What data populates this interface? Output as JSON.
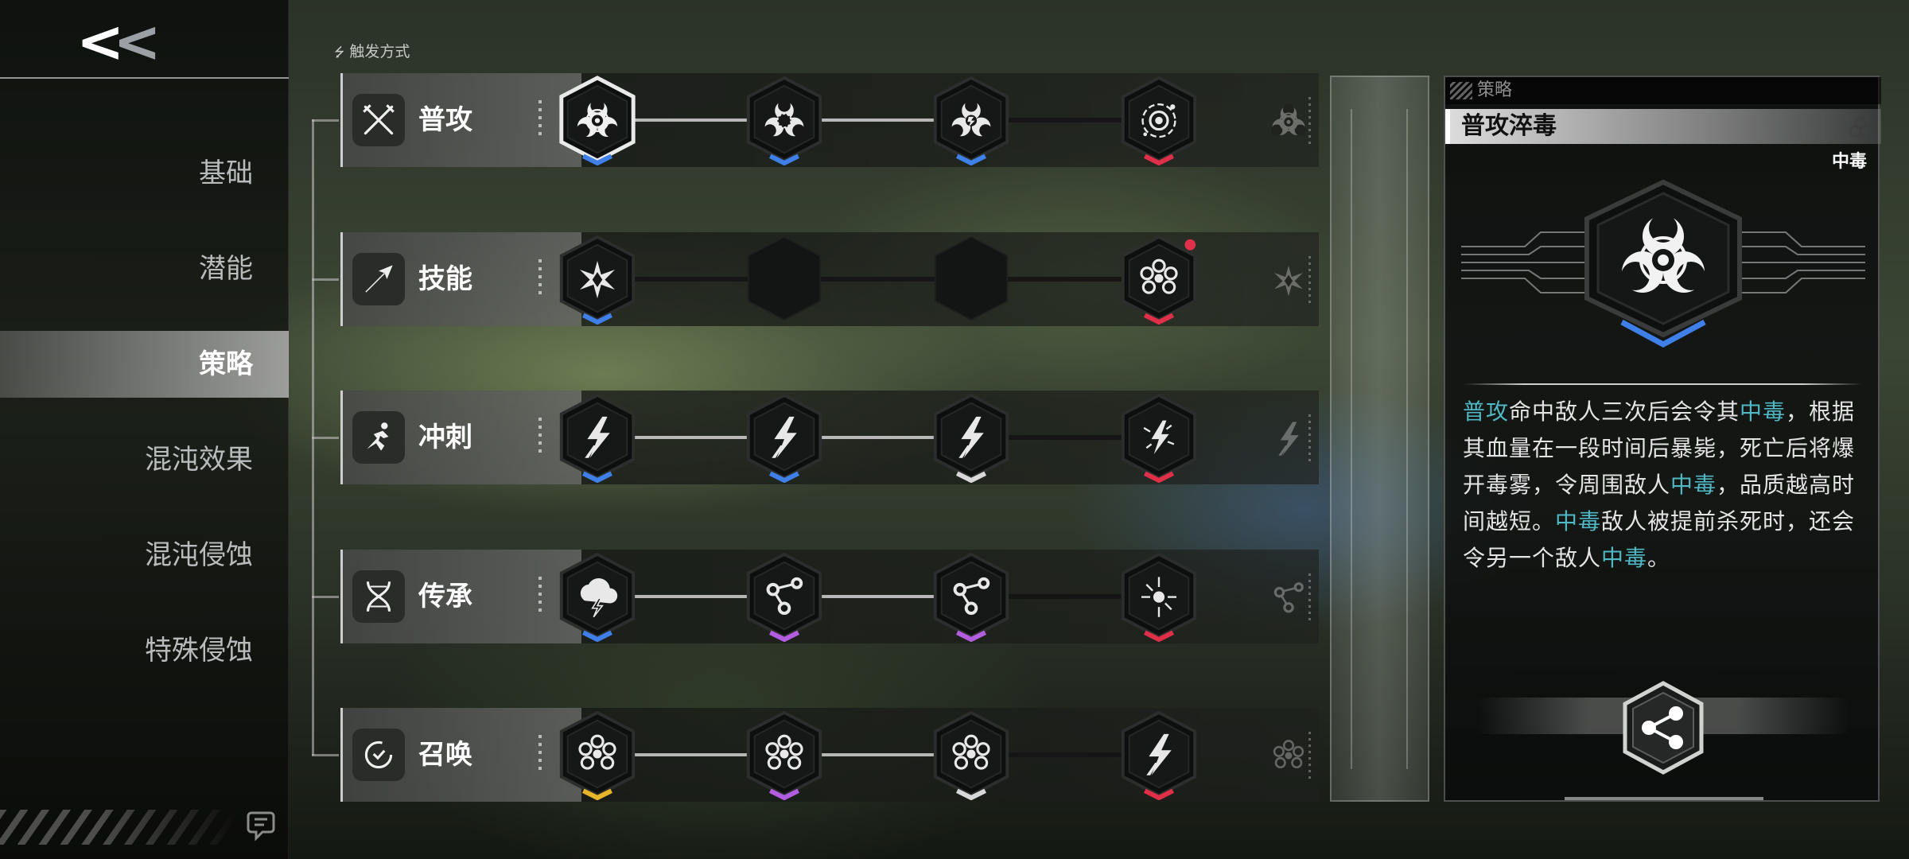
{
  "header": {
    "back_label_a": "<",
    "back_label_b": "<",
    "trigger_mode_label": "触发方式"
  },
  "sidebar": {
    "items": [
      {
        "label": "基础",
        "active": false
      },
      {
        "label": "潜能",
        "active": false
      },
      {
        "label": "策略",
        "active": true
      },
      {
        "label": "混沌效果",
        "active": false
      },
      {
        "label": "混沌侵蚀",
        "active": false
      },
      {
        "label": "特殊侵蚀",
        "active": false
      }
    ]
  },
  "rows": [
    {
      "label": "普攻",
      "icon": "crossed-swords-icon",
      "nodes": [
        {
          "icon": "biohazard-icon",
          "accent": "blue",
          "selected": true
        },
        {
          "icon": "biohazard-gear-icon",
          "accent": "blue"
        },
        {
          "icon": "biohazard-bolt-icon",
          "accent": "blue"
        },
        {
          "icon": "target-burst-icon",
          "accent": "red"
        }
      ],
      "ghost_icon": "biohazard-icon"
    },
    {
      "label": "技能",
      "icon": "arrow-strike-icon",
      "nodes": [
        {
          "icon": "shatter-star-icon",
          "accent": "blue"
        },
        {
          "icon": "empty",
          "accent": "none"
        },
        {
          "icon": "empty",
          "accent": "none"
        },
        {
          "icon": "flower-ring-icon",
          "accent": "red",
          "badge": true
        }
      ],
      "ghost_icon": "shatter-star-icon"
    },
    {
      "label": "冲刺",
      "icon": "dash-runner-icon",
      "nodes": [
        {
          "icon": "lightning-dash-icon",
          "accent": "blue"
        },
        {
          "icon": "lightning-dash-icon",
          "accent": "blue"
        },
        {
          "icon": "lightning-dash-icon",
          "accent": "white"
        },
        {
          "icon": "lightning-burst-icon",
          "accent": "red"
        }
      ],
      "ghost_icon": "lightning-dash-icon"
    },
    {
      "label": "传承",
      "icon": "dna-icon",
      "nodes": [
        {
          "icon": "thunder-cloud-icon",
          "accent": "blue"
        },
        {
          "icon": "chain-link-icon",
          "accent": "purple"
        },
        {
          "icon": "chain-link-icon",
          "accent": "purple"
        },
        {
          "icon": "thunder-spark-icon",
          "accent": "red"
        }
      ],
      "ghost_icon": "chain-link-icon"
    },
    {
      "label": "召唤",
      "icon": "summon-swirl-icon",
      "nodes": [
        {
          "icon": "flower-ring-icon",
          "accent": "yellow"
        },
        {
          "icon": "flower-ring-icon",
          "accent": "purple"
        },
        {
          "icon": "flower-ring-icon",
          "accent": "white"
        },
        {
          "icon": "lightning-dash-icon",
          "accent": "red"
        }
      ],
      "ghost_icon": "flower-ring-icon"
    }
  ],
  "accent_colors": {
    "blue": "#3f7fe8",
    "purple": "#b25ce0",
    "red": "#e02f48",
    "white": "#d8d8d8",
    "yellow": "#e8b42a",
    "none": "transparent"
  },
  "detail": {
    "tab_label": "策略",
    "title": "普攻淬毒",
    "tag": "中毒",
    "icon": "biohazard-icon",
    "description_parts": [
      {
        "text": "普攻",
        "kw": true
      },
      {
        "text": "命中敌人三次后会令其",
        "kw": false
      },
      {
        "text": "中毒",
        "kw": true
      },
      {
        "text": "，根据其血量在一段时间后暴毙，死亡后将爆开毒雾，令周围敌人",
        "kw": false
      },
      {
        "text": "中毒",
        "kw": true
      },
      {
        "text": "，品质越高时间越短。",
        "kw": false
      },
      {
        "text": "中毒",
        "kw": true
      },
      {
        "text": "敌人被提前杀死时，还会令另一个敌人",
        "kw": false
      },
      {
        "text": "中毒",
        "kw": true
      },
      {
        "text": "。",
        "kw": false
      }
    ],
    "keyword_color": "#4fb8c4",
    "share_icon": "share-icon"
  }
}
